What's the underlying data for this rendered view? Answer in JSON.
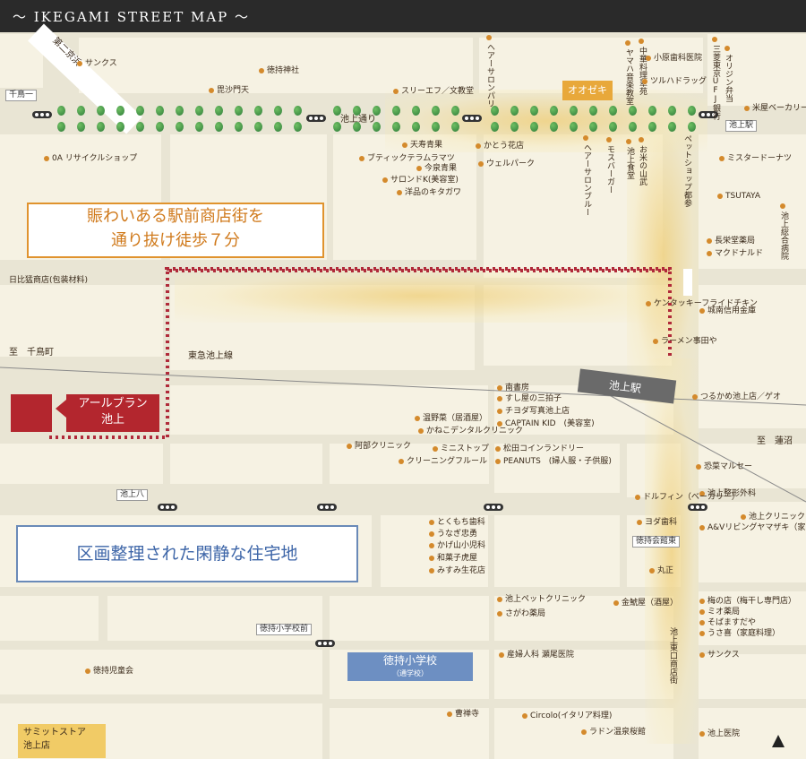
{
  "title": "IKEGAMI STREET MAP",
  "roads": {
    "ikegami_dori": "池上通り",
    "dai2_keihin": "第二京浜",
    "tokyu_ikegami_line": "東急池上線",
    "to_chidoricho": "至　千鳥町",
    "to_hasunuma": "至　蓮沼",
    "higashiguchi_shotengai": "池上東口商店街",
    "ekimae_dori": "ペットショップ都参"
  },
  "banners": {
    "shotengai": "賑わいある駅前商店街を\n通り抜け徒歩７分",
    "residential": "区画整理された閑静な住宅地"
  },
  "station": {
    "name": "池上駅",
    "label": "池上駅"
  },
  "property": {
    "name": "アールブラン\n池上"
  },
  "school": {
    "name": "徳持小学校",
    "sub": "（通学校）"
  },
  "summit": {
    "name": "サミットストア\n池上店"
  },
  "ozeki": "オオゼキ",
  "intersections": {
    "chidori1": "千鳥一",
    "ikegami8": "池上八",
    "tokuji_mae": "徳持小学校前",
    "tokuji_kaikan": "徳持会館東",
    "ikegami_eki": "池上駅"
  },
  "shops_top": [
    "サンクス",
    "徳持神社",
    "毘沙門天",
    "スリーエフ／文教堂",
    "0A リサイクルショップ",
    "天寿青果",
    "ブティックテラムラマツ",
    "今泉青果",
    "サロンドK(美容室)",
    "洋品のキタガワ",
    "かとう花店",
    "ウェルパーク"
  ],
  "shops_top_vertical": [
    "ヘアーサロンパリ",
    "中華料理翠苑",
    "ヤマハ音楽教室",
    "小原歯科医院",
    "ツルハドラッグ",
    "三菱東京UFJ銀行",
    "オリジン弁当",
    "ヘアーサロンブルー",
    "モスバーガー",
    "池上食堂",
    "お米の山武"
  ],
  "shops_right": [
    "米屋ベーカリー",
    "ミスタードーナツ",
    "TSUTAYA",
    "長栄堂薬局",
    "マクドナルド",
    "城南信用金庫",
    "池上総合病院",
    "つるかめ池上店／ゲオ",
    "恐菜マルセー",
    "池上整形外科",
    "池上クリニック",
    "A&Vリビングヤマザキ（家電）",
    "丸正",
    "梅の店（梅干し専門店）",
    "ミオ薬局",
    "そばますだや",
    "うさ喜（家庭料理）",
    "サンクス",
    "池上医院"
  ],
  "shops_mid": [
    "南書房",
    "すし屋の三拍子",
    "チヨダ写真池上店",
    "CAPTAIN KID　(美容室)",
    "温野菜（居酒屋）",
    "かねこデンタルクリニック",
    "阿部クリニック",
    "ミニストップ",
    "クリーニングフルール",
    "松田コインランドリー",
    "PEANUTS　(婦人服・子供服)"
  ],
  "shops_lower": [
    "とくもち歯科",
    "うなぎ忠勇",
    "かげ山小児科",
    "和菓子虎屋",
    "みすみ生花店",
    "池上ペットクリニック",
    "さがわ薬局",
    "金鯱屋（酒屋）",
    "産婦人科 瀬尾医院",
    "曹禅寺",
    "Circolo(イタリア料理)",
    "ラドン温泉桜館",
    "徳持児童会",
    "ケンタッキーフライドチキン",
    "ラーメン事田や",
    "ヨダ歯科",
    "ドルフィン（ベーカリー）"
  ],
  "hibino": "日比猛商店(包装材料)"
}
